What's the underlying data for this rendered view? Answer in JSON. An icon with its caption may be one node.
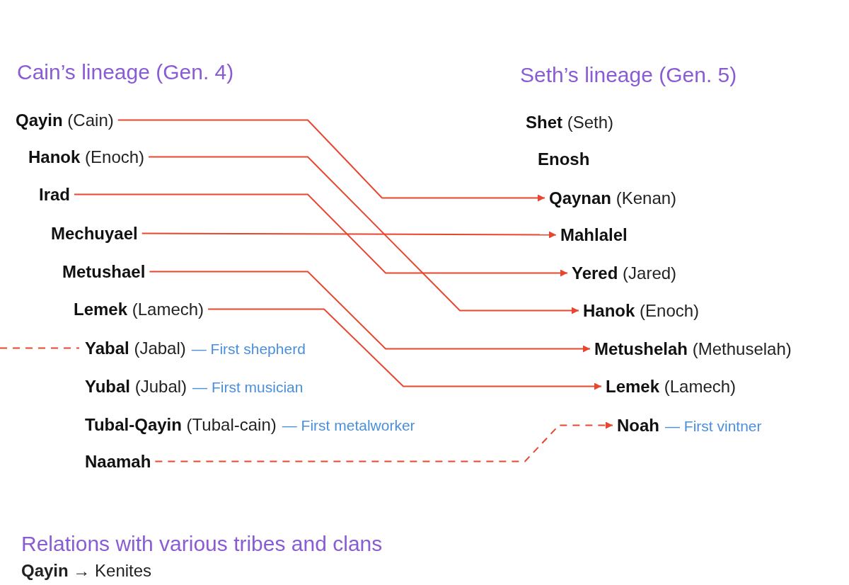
{
  "diagram": {
    "nodes": [
      {
        "text": [
          "**Qayin** (Cain)"
        ]
      },
      {
        "text": [
          "**Hanok** (Enoch)"
        ]
      },
      {
        "text": [
          "**Irad**"
        ]
      },
      {
        "text": [
          "**Mechuyael**"
        ]
      },
      {
        "text": [
          "**Metushael**"
        ]
      },
      {
        "text": [
          "**Lemek** (Lamech)"
        ]
      },
      {
        "text": [
          "**Yabal** (Jabal)"
        ],
        "beside": [
          "— First shepherd"
        ]
      },
      {
        "text": [
          "**Yubal** (Jubal)"
        ],
        "beside": [
          "— First musician"
        ]
      },
      {
        "text": [
          "**Tubal-Qayin** (Tubal-cain)"
        ],
        "beside": [
          "— First metalworker"
        ]
      },
      {
        "text": [
          "**Naamah**"
        ]
      },
      {
        "text": [
          "**Shet** (Seth)"
        ]
      },
      {
        "text": [
          "**Enosh**"
        ]
      },
      {
        "text": [
          "**Qaynan** (Kenan)"
        ]
      },
      {
        "text": [
          "**Mahlalel**"
        ]
      },
      {
        "text": [
          "**Yered** (Jared)"
        ]
      },
      {
        "text": [
          "**Hanok** (Enoch)"
        ]
      },
      {
        "text": [
          "**Metushelah** (Methuselah)"
        ]
      },
      {
        "text": [
          "**Lemek** (Lamech)"
        ]
      },
      {
        "text": [
          "**Noah**"
        ],
        "beside": [
          "— First vintner"
        ]
      }
    ],
    "edges": [
      {
        "from": 0,
        "to": 12,
        "arrow": "to"
      },
      {
        "from": 1,
        "to": 15,
        "arrow": "to"
      },
      {
        "from": 2,
        "to": 14,
        "arrow": "to"
      },
      {
        "from": 3,
        "to": 13,
        "arrow": "to"
      },
      {
        "from": 4,
        "to": 16,
        "arrow": "to"
      },
      {
        "from": 5,
        "to": 17,
        "arrow": "to"
      },
      {
        "from": null,
        "to": 6,
        "arrow": "none",
        "style": "dashed"
      },
      {
        "from": 9,
        "to": 18,
        "arrow": "to",
        "style": "dashed"
      }
    ],
    "labels": [
      "Cain’s lineage (Gen. 4)",
      "Seth’s lineage (Gen. 5)",
      "Relations with various tribes and clans",
      "**Qayin** → Kenites"
    ]
  }
}
